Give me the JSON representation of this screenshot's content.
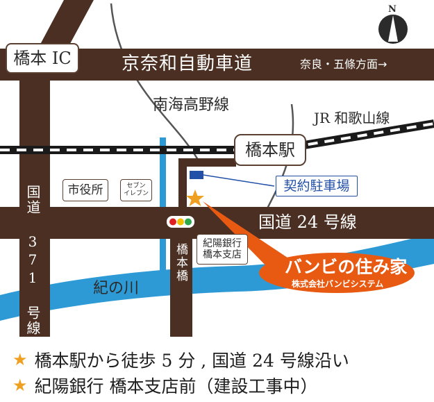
{
  "labels": {
    "hashimoto_ic": "橋本 IC",
    "expressway": "京奈和自動車道",
    "expressway_direction": "奈良・五條方面→",
    "nankai_line": "南海高野線",
    "jr_line": "JR 和歌山線",
    "station": "橋本駅",
    "parking": "契約駐車場",
    "city_hall": "市役所",
    "seven_eleven": "セブン イレブン",
    "route24": "国道 24 号線",
    "route371": "国道 371 号線",
    "hashimoto_bridge": "橋本橋",
    "bank_branch_line1": "紀陽銀行",
    "bank_branch_line2": "橋本支店",
    "river": "紀の川",
    "north": "N"
  },
  "company": {
    "name": "バンビの住み家",
    "sub": "株式会社バンビシステム"
  },
  "footer": [
    "橋本駅から徒歩 5 分 , 国道 24 号線沿い",
    "紀陽銀行 橋本支店前（建設工事中）"
  ],
  "colors": {
    "road": "#4a2f22",
    "river": "#2d9ad6",
    "callout": "#e85a12",
    "star": "#f0a020",
    "parking": "#2250a8"
  }
}
